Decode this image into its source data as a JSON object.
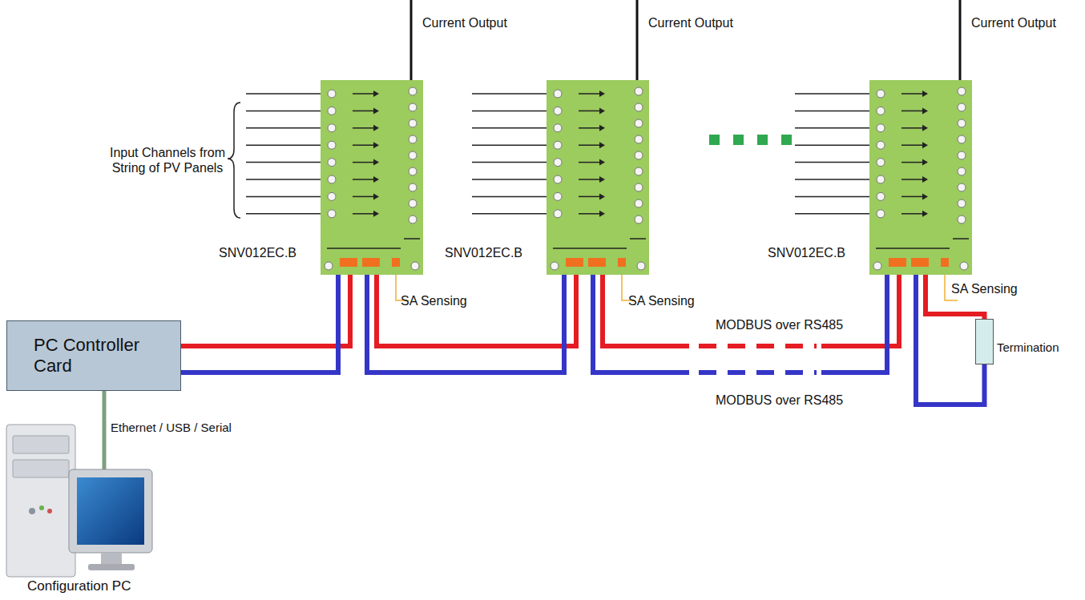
{
  "diagram": {
    "nodes": [
      {
        "text": [
          "PC Controller Card"
        ]
      },
      {
        "text": [
          "SNV012EC.B"
        ]
      },
      {
        "text": [
          "SNV012EC.B"
        ]
      },
      {
        "text": [
          "SNV012EC.B"
        ]
      },
      {
        "text": [
          "Termination"
        ]
      },
      {
        "text": [
          "Configuration PC"
        ]
      }
    ],
    "edges": [
      {
        "from": 0,
        "to": 1,
        "arrow": "none"
      },
      {
        "from": 1,
        "to": 2,
        "arrow": "none"
      },
      {
        "from": 2,
        "to": 3,
        "arrow": "none"
      },
      {
        "from": 3,
        "to": 4,
        "arrow": "none"
      },
      {
        "from": 0,
        "to": 5,
        "label": "Ethernet / USB / Serial",
        "arrow": "none"
      }
    ],
    "labels": [
      "Current Output",
      "Current Output",
      "Current Output",
      "Input Channels from String of PV Panels",
      "SA Sensing",
      "SA Sensing",
      "SA Sensing",
      "MODBUS over RS485",
      "MODBUS over RS485"
    ]
  }
}
